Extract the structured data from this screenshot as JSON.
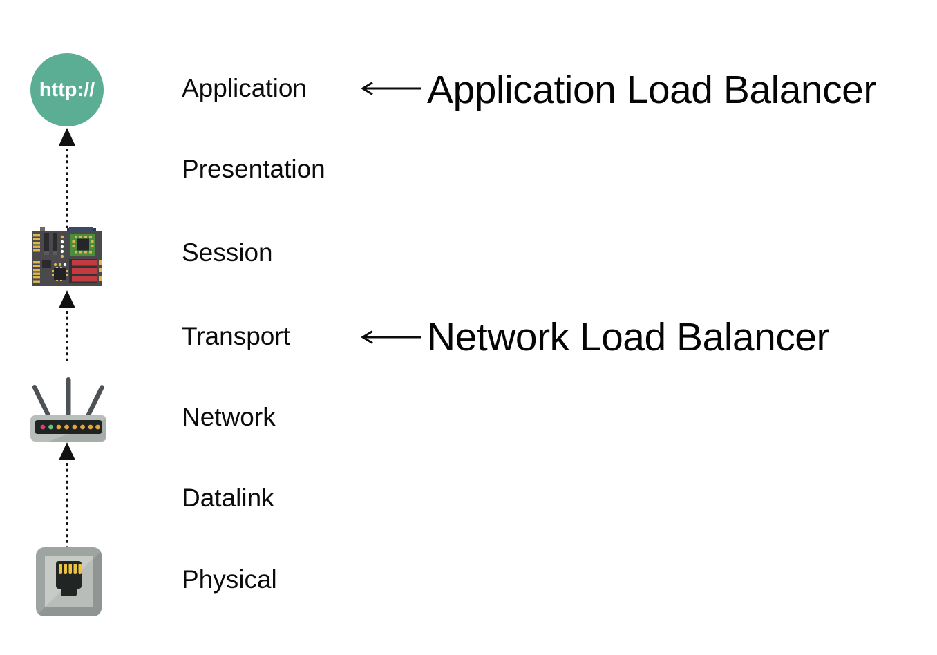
{
  "layers": [
    "Application",
    "Presentation",
    "Session",
    "Transport",
    "Network",
    "Datalink",
    "Physical"
  ],
  "annotations": [
    {
      "text": "Application Load Balancer",
      "target_layer": "Application"
    },
    {
      "text": "Network Load Balancer",
      "target_layer": "Transport"
    }
  ],
  "icons": [
    {
      "name": "http-circle-icon",
      "text": "http://",
      "row": "Application"
    },
    {
      "name": "motherboard-icon",
      "row": "Session"
    },
    {
      "name": "wireless-router-icon",
      "row": "Network"
    },
    {
      "name": "ethernet-port-icon",
      "row": "Physical"
    }
  ],
  "colors": {
    "http_circle_teal": "#5BAD93",
    "text_black": "#0b0b0b",
    "arrow_black": "#111111",
    "cpu_green": "#4C8C3F",
    "ram_red": "#C23B40",
    "led_pink": "#D64077",
    "led_green": "#64C389",
    "led_orange": "#E4A63F",
    "gold_pin": "#DDB64F"
  }
}
